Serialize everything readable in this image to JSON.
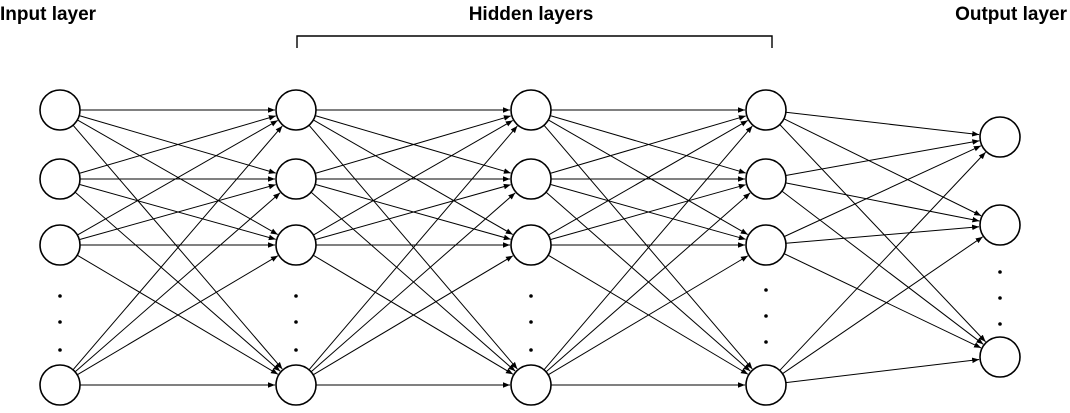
{
  "labels": {
    "input": "Input layer",
    "hidden": "Hidden layers",
    "output": "Output layer"
  },
  "colors": {
    "stroke": "#000000",
    "node_fill": "#ffffff"
  }
}
